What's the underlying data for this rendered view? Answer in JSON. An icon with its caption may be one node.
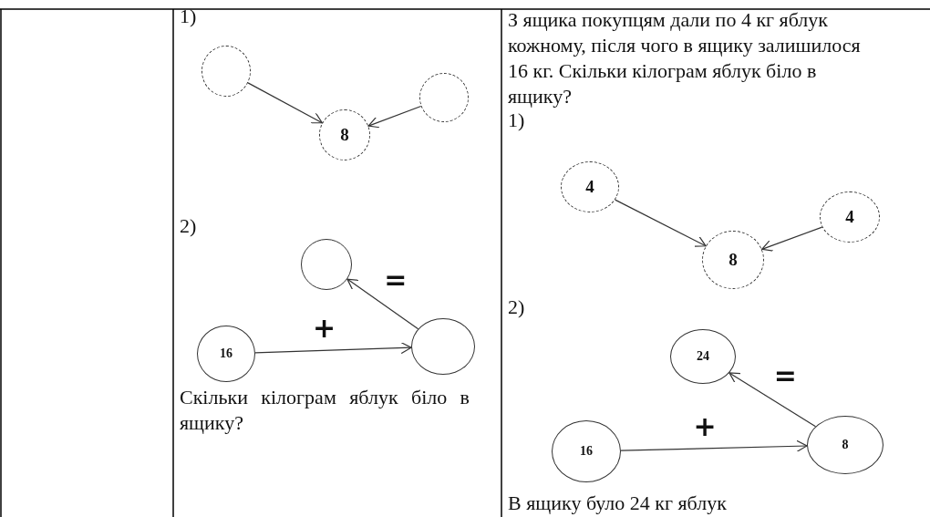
{
  "diagram": {
    "nodes": [
      {
        "text": [],
        "shape": "circle"
      },
      {
        "text": [
          "8"
        ]
      },
      {
        "text": [],
        "shape": "circle"
      },
      {
        "text": [],
        "shape": "circle"
      },
      {
        "text": [
          "16"
        ]
      },
      {
        "text": [],
        "shape": "circle"
      },
      {
        "text": [
          "4"
        ]
      },
      {
        "text": [
          "8"
        ]
      },
      {
        "text": [
          "4"
        ]
      },
      {
        "text": [
          "24"
        ]
      },
      {
        "text": [
          "16"
        ]
      },
      {
        "text": [
          "8"
        ]
      }
    ],
    "edges": [
      {
        "from": 0,
        "to": 1,
        "arrow": "to"
      },
      {
        "from": 2,
        "to": 1,
        "arrow": "to"
      },
      {
        "from": 5,
        "to": 3,
        "arrow": "to",
        "label": "="
      },
      {
        "from": 4,
        "to": 5,
        "arrow": "to",
        "label": "+"
      },
      {
        "from": 6,
        "to": 7,
        "arrow": "to"
      },
      {
        "from": 8,
        "to": 7,
        "arrow": "to"
      },
      {
        "from": 11,
        "to": 9,
        "arrow": "to",
        "label": "="
      },
      {
        "from": 10,
        "to": 11,
        "arrow": "to",
        "label": "+"
      }
    ],
    "labels": [
      "1)",
      "2)",
      "Скільки кілограм яблук біло в ящику?",
      "З ящика покупцям дали по 4 кг яблук кожному, після чого в ящику залишилося 16 кг. Скільки кілограм яблук біло в ящику?",
      "1)",
      "2)",
      "В ящику було 24 кг яблук"
    ]
  }
}
